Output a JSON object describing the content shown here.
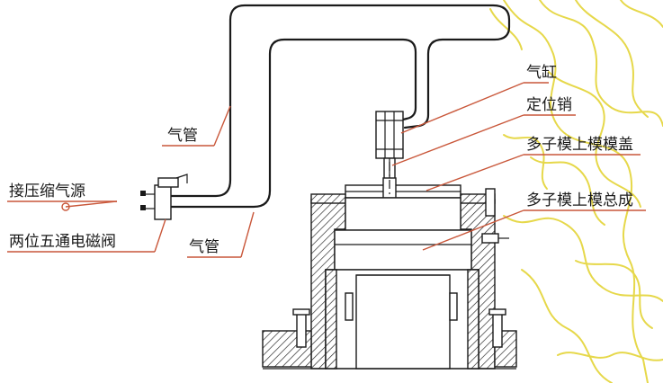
{
  "labels": {
    "pipe_upper": "气管",
    "pipe_lower": "气管",
    "air_source": "接压缩气源",
    "solenoid_valve": "两位五通电磁阀",
    "cylinder": "气缸",
    "locating_pin": "定位销",
    "mold_cover": "多子模上模模盖",
    "mold_assembly": "多子模上模总成"
  },
  "colors": {
    "leader_line": "#c9573a",
    "line_art": "#1a1a1a",
    "background_pattern": "#e6d84a"
  }
}
